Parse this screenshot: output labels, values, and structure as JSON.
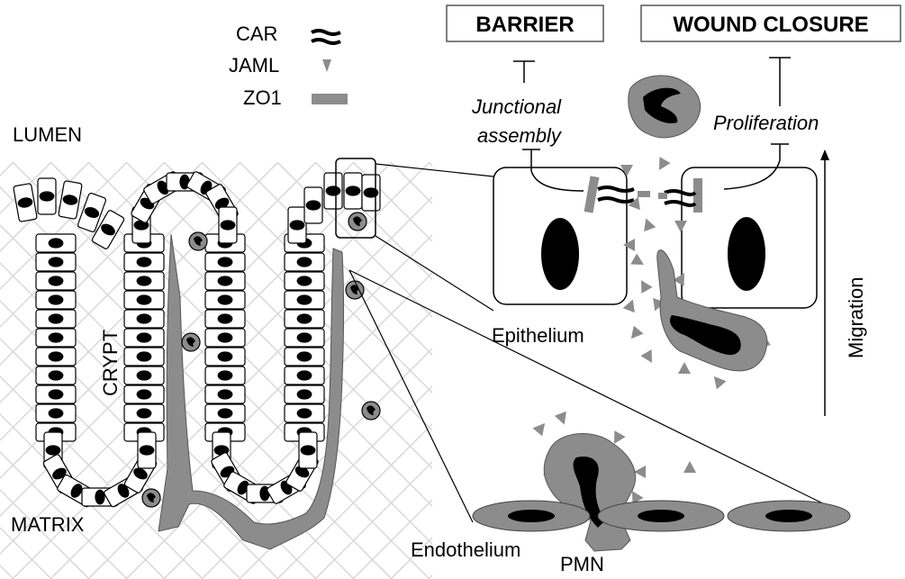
{
  "legend": {
    "items": [
      {
        "label": "CAR",
        "symbol": "double-wavy-line"
      },
      {
        "label": "JAML",
        "symbol": "small-triangle"
      },
      {
        "label": "ZO1",
        "symbol": "grey-bar"
      }
    ]
  },
  "labels": {
    "lumen": "LUMEN",
    "crypt": "CRYPT",
    "matrix": "MATRIX",
    "epithelium": "Epithelium",
    "endothelium": "Endothelium",
    "pmn": "PMN",
    "migration": "Migration",
    "junctional_1": "Junctional",
    "junctional_2": "assembly",
    "proliferation": "Proliferation"
  },
  "boxes": {
    "barrier": "BARRIER",
    "wound_closure": "WOUND CLOSURE"
  },
  "colors": {
    "grey": "#8c8c8c",
    "black": "#000000",
    "matrix_line": "#d4d4d4"
  }
}
